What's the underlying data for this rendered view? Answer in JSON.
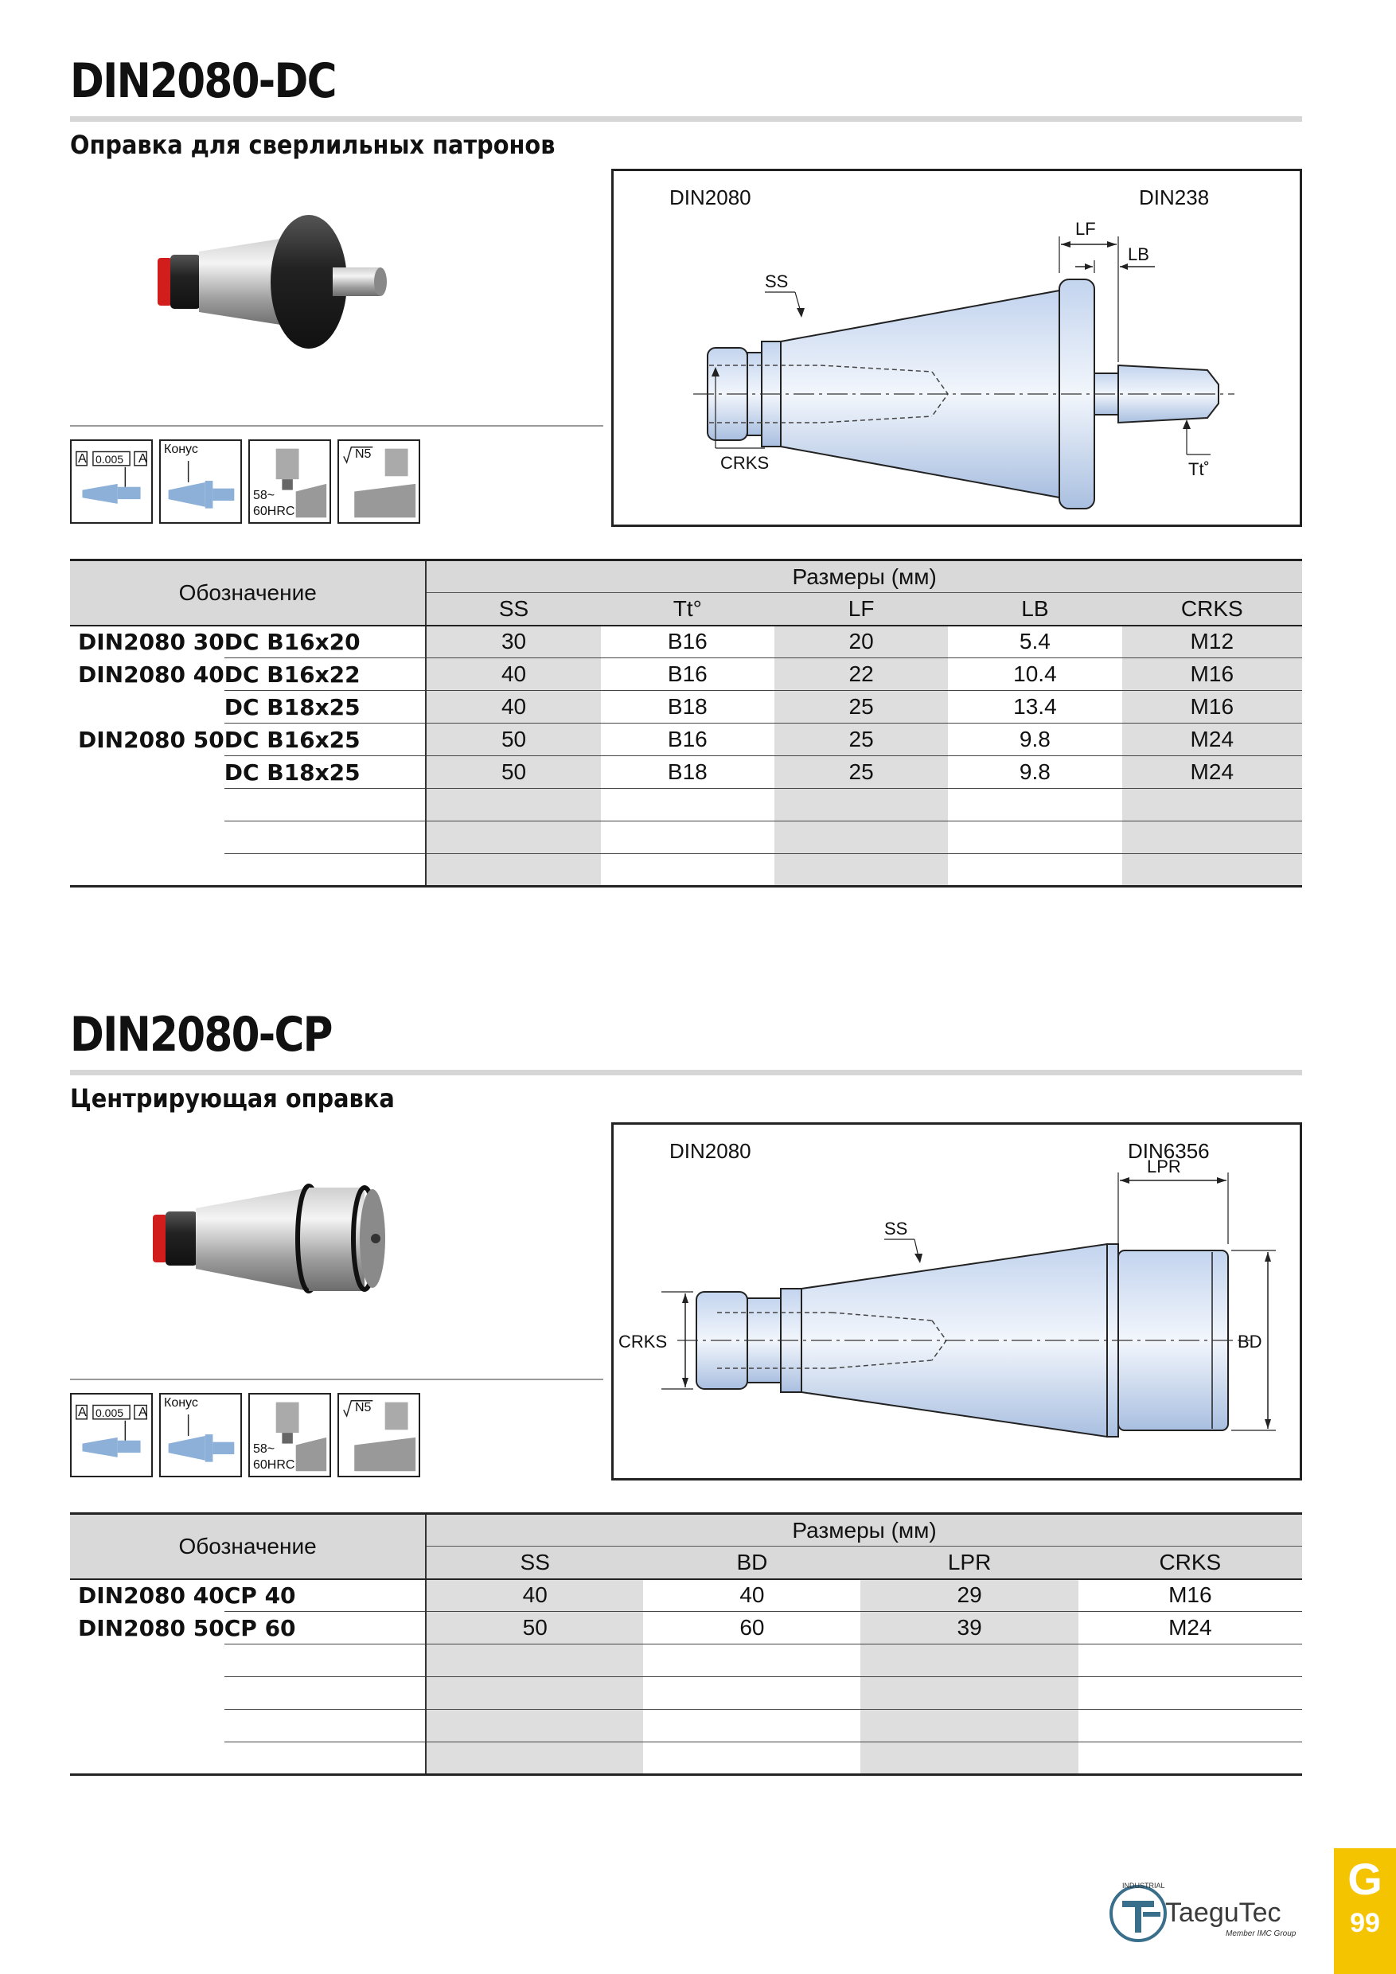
{
  "dc": {
    "title": "DIN2080-DC",
    "subtitle": "Оправка для сверлильных патронов",
    "icons": {
      "tol_a": "A",
      "tol_value": "0.005",
      "tol_b": "A",
      "cone_label": "Конус",
      "hardness_line1": "58~",
      "hardness_line2": "60HRC",
      "roughness": "N5"
    },
    "diagram": {
      "left_std": "DIN2080",
      "right_std": "DIN238",
      "lf": "LF",
      "lb": "LB",
      "ss": "SS",
      "crks": "CRKS",
      "tt": "Tt˚"
    },
    "table": {
      "designation_header": "Обозначение",
      "dims_header": "Размеры (мм)",
      "cols": [
        "SS",
        "Tt°",
        "LF",
        "LB",
        "CRKS"
      ],
      "rows": [
        {
          "prefix": "DIN2080 30",
          "code": "DC B16x20",
          "ss": "30",
          "tt": "B16",
          "lf": "20",
          "lb": "5.4",
          "crks": "M12"
        },
        {
          "prefix": "DIN2080 40",
          "code": "DC B16x22",
          "ss": "40",
          "tt": "B16",
          "lf": "22",
          "lb": "10.4",
          "crks": "M16"
        },
        {
          "prefix": "",
          "code": "DC B18x25",
          "ss": "40",
          "tt": "B18",
          "lf": "25",
          "lb": "13.4",
          "crks": "M16"
        },
        {
          "prefix": "DIN2080 50",
          "code": "DC B16x25",
          "ss": "50",
          "tt": "B16",
          "lf": "25",
          "lb": "9.8",
          "crks": "M24"
        },
        {
          "prefix": "",
          "code": "DC B18x25",
          "ss": "50",
          "tt": "B18",
          "lf": "25",
          "lb": "9.8",
          "crks": "M24"
        }
      ]
    }
  },
  "cp": {
    "title": "DIN2080-CP",
    "subtitle": "Центрирующая оправка",
    "icons": {
      "tol_a": "A",
      "tol_value": "0.005",
      "tol_b": "A",
      "cone_label": "Конус",
      "hardness_line1": "58~",
      "hardness_line2": "60HRC",
      "roughness": "N5"
    },
    "diagram": {
      "left_std": "DIN2080",
      "right_std": "DIN6356",
      "lpr": "LPR",
      "ss": "SS",
      "crks": "CRKS",
      "bd": "BD"
    },
    "table": {
      "designation_header": "Обозначение",
      "dims_header": "Размеры (мм)",
      "cols": [
        "SS",
        "BD",
        "LPR",
        "CRKS"
      ],
      "rows": [
        {
          "prefix": "DIN2080 40",
          "code": "CP 40",
          "ss": "40",
          "bd": "40",
          "lpr": "29",
          "crks": "M16"
        },
        {
          "prefix": "DIN2080 50",
          "code": "CP 60",
          "ss": "50",
          "bd": "60",
          "lpr": "39",
          "crks": "M24"
        }
      ]
    }
  },
  "footer": {
    "section_letter": "G",
    "page_number": "99",
    "brand": "TaeguTec",
    "brand_tagline": "Member IMC Group",
    "brand_small": "INDUSTRIAL"
  }
}
